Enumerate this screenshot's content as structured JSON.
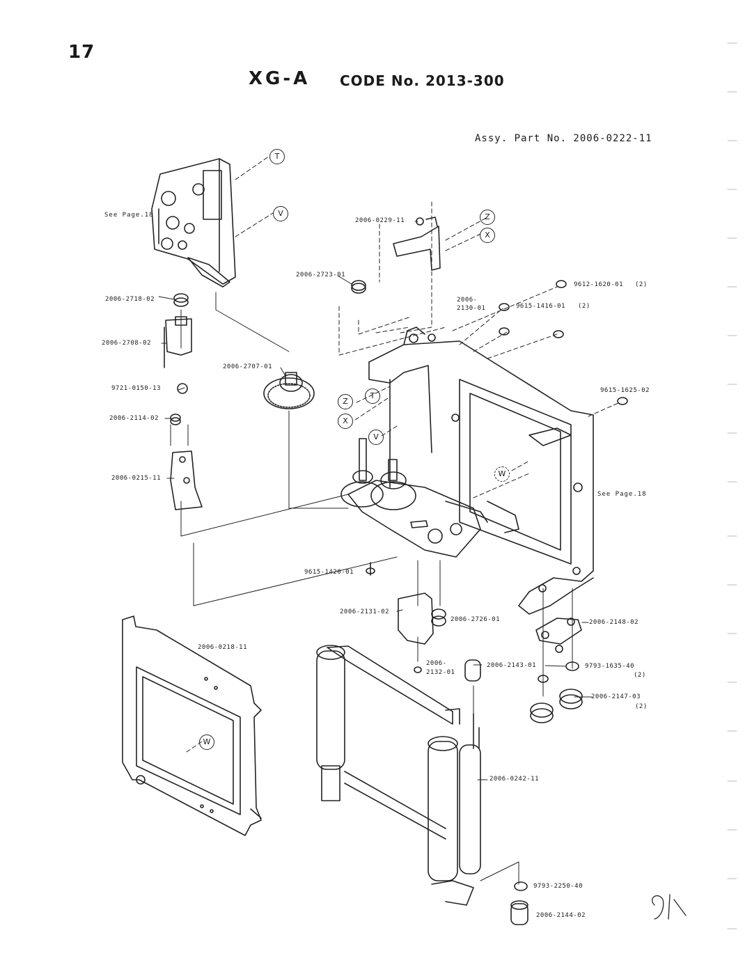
{
  "page_number": "17",
  "model": "XG-A",
  "code_label": "CODE No. 2013-300",
  "assy_label": "Assy. Part No. 2006-0222-11",
  "see_page_left": "See Page.18",
  "see_page_right": "See Page.18",
  "callouts": {
    "T": "T",
    "V": "V",
    "Z": "Z",
    "X": "X",
    "W": "W"
  },
  "parts": {
    "p_0229": "2006-0229-11",
    "p_2723": "2006-2723-01",
    "p_9612": "9612-1620-01",
    "p_9612_qty": "(2)",
    "p_2130_a": "2006-",
    "p_2130_b": "2130-01",
    "p_9615_1416": "9615-1416-01",
    "p_9615_1416_qty": "(2)",
    "p_2718": "2006-2718-02",
    "p_2708": "2006-2708-02",
    "p_2707": "2006-2707-01",
    "p_9721": "9721-0150-13",
    "p_2114": "2006-2114-02",
    "p_0215": "2006-0215-11",
    "p_9615_1625": "9615-1625-02",
    "p_9615_1420": "9615-1420-01",
    "p_2131": "2006-2131-02",
    "p_2726": "2006-2726-01",
    "p_2148": "2006-2148-02",
    "p_0218": "2006-0218-11",
    "p_2132_a": "2006-",
    "p_2132_b": "2132-01",
    "p_2143": "2006-2143-01",
    "p_9793_1635": "9793-1635-40",
    "p_9793_1635_qty": "(2)",
    "p_2147": "2006-2147-03",
    "p_2147_qty": "(2)",
    "p_0242": "2006-0242-11",
    "p_9793_2250": "9793-2250-40",
    "p_2144": "2006-2144-02"
  },
  "handwritten_note": "91"
}
